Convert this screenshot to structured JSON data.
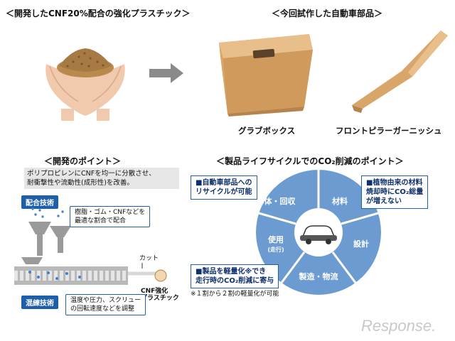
{
  "top_left_heading": "＜開発したCNF20%配合の強化プラスチック＞",
  "top_right_heading": "＜今回試作した自動車部品＞",
  "part1_caption": "グラブボックス",
  "part2_caption": "フロントピラーガーニッシュ",
  "dev_heading": "＜開発のポイント＞",
  "dev_summary_line1": "ポリプロピレンにCNFを均一に分散させ、",
  "dev_summary_line2": "耐衝撃性や流動性(成形性)を改善。",
  "tag_blending": "配合技術",
  "blend_note_line1": "樹脂・ゴム・CNFなどを",
  "blend_note_line2": "最適な割合で配合",
  "cut_label": "カット",
  "product_label_line1": "CNF強化",
  "product_label_line2": "プラスチック",
  "tag_kneading": "混練技術",
  "knead_note_line1": "温度や圧力、スクリュー",
  "knead_note_line2": "の回転速度などを調整",
  "lifecycle_heading": "＜製品ライフサイクルでのCO₂削減のポイント＞",
  "box_recycle_line1": "■自動車部品への",
  "box_recycle_line2": "リサイクルが可能",
  "box_material_line1": "■植物由来の材料",
  "box_material_line2": "焼却時にCO₂総量",
  "box_material_line3": "が増えない",
  "box_use_line1": "■製品を軽量化※でき",
  "box_use_line2": "走行時のCO₂削減に寄与",
  "seg_disposal": "解体・回収",
  "seg_material": "材料",
  "seg_design": "設計",
  "seg_manufacture": "製造・物流",
  "seg_use": "使用",
  "seg_use_sub": "(走行)",
  "footnote": "※１割から２割の軽量化が可能",
  "watermark": "Response.",
  "colors": {
    "accent": "#1d5fa8",
    "cycle": "#6b9bd1",
    "cycle_dark": "#4a7fbf",
    "part": "#d9a66a"
  }
}
